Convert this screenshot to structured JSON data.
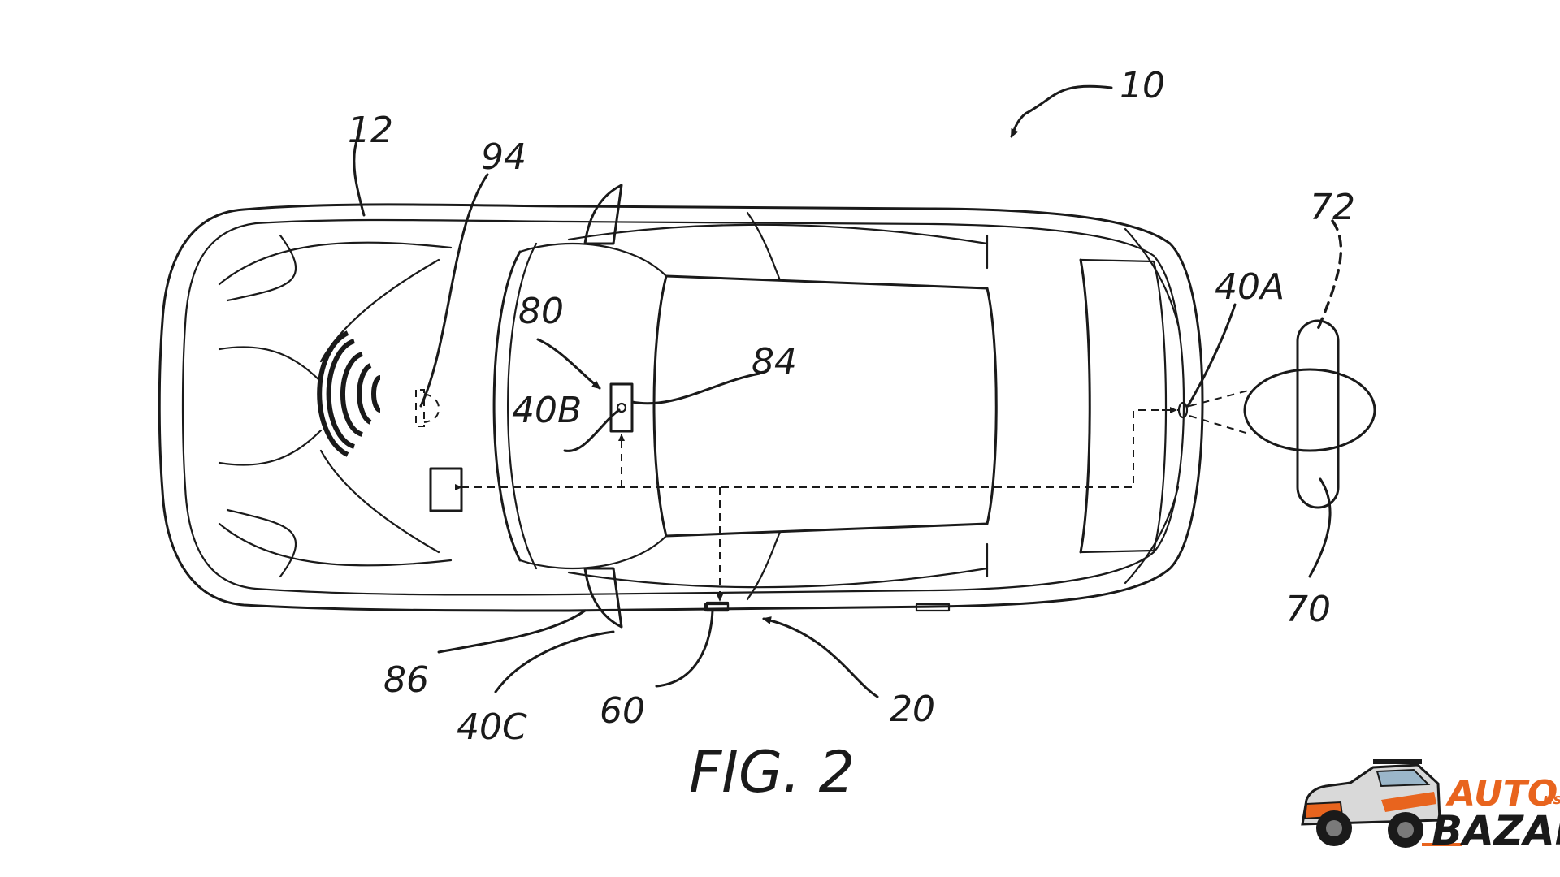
{
  "figure": {
    "caption": "FIG. 2",
    "labels": {
      "system": "10",
      "vehicle": "12",
      "speaker": "94",
      "module_80": "80",
      "sensor_40b": "40B",
      "display_84": "84",
      "sensor_40a": "40A",
      "person_72": "72",
      "person_70": "70",
      "mirror_86": "86",
      "sensor_40c": "40C",
      "sensor_60": "60",
      "door_20": "20"
    }
  },
  "watermark": {
    "brand_top": "AUTO",
    "brand_bottom": "BAZAR",
    "domain": ".us",
    "accent_color": "#e8641e",
    "dark_color": "#1a1a1a"
  }
}
